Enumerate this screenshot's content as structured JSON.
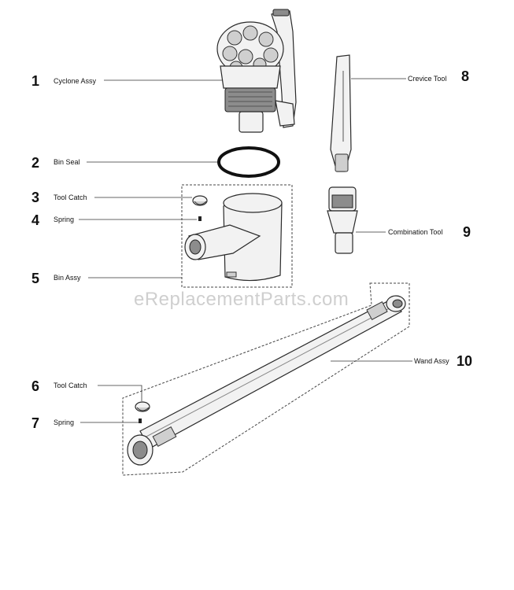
{
  "watermark": "eReplacementParts.com",
  "callouts": [
    {
      "number": "1",
      "label": "Cyclone Assy"
    },
    {
      "number": "2",
      "label": "Bin Seal"
    },
    {
      "number": "3",
      "label": "Tool Catch"
    },
    {
      "number": "4",
      "label": "Spring"
    },
    {
      "number": "5",
      "label": "Bin Assy"
    },
    {
      "number": "6",
      "label": "Tool Catch"
    },
    {
      "number": "7",
      "label": "Spring"
    },
    {
      "number": "8",
      "label": "Crevice Tool"
    },
    {
      "number": "9",
      "label": "Combination Tool"
    },
    {
      "number": "10",
      "label": "Wand Assy"
    }
  ]
}
